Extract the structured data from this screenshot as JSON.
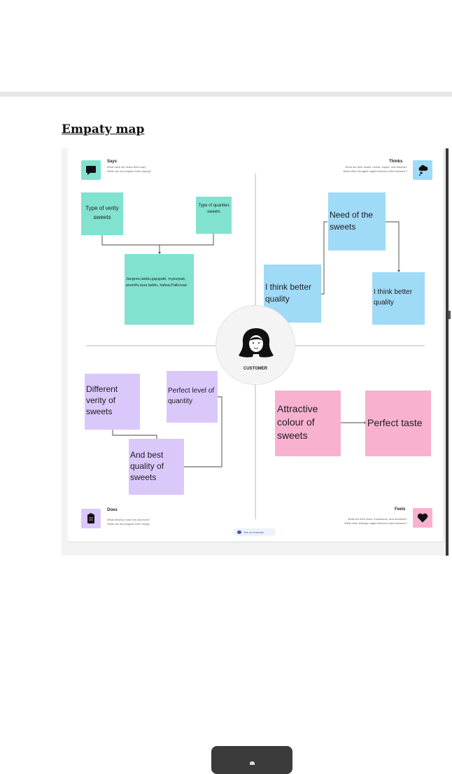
{
  "page": {
    "heading": "Empaty map"
  },
  "quadrants": {
    "says": {
      "title": "Says",
      "sub1": "What have we heard them say?",
      "sub2": "What can we imagine them saying?"
    },
    "thinks": {
      "title": "Thinks",
      "sub1": "What are their wants, needs, hopes, and dreams?",
      "sub2": "What other thoughts might influence their behavior?"
    },
    "does": {
      "title": "Does",
      "sub1": "What behavior have we observed?",
      "sub2": "What can we imagine them doing?"
    },
    "feels": {
      "title": "Feels",
      "sub1": "What are their fears, frustrations, and anxieties?",
      "sub2": "What other feelings might influence their behavior?"
    }
  },
  "center": {
    "label": "CUSTOMER"
  },
  "notes": {
    "says_1": "Type of verity sweets",
    "says_2": "Type of quanties sweets",
    "says_3": "Jangree,laddu,gajupatti, mysurpak, poonthi,rava laddu, halwa,Palkovaa",
    "thinks_1": "Need of the sweets",
    "thinks_2": "I think better quality",
    "thinks_3": "I think better quality",
    "does_1": "Different verity of sweets",
    "does_2": "Perfect level of quantity",
    "does_3": "And best quality of sweets",
    "feels_1": "Attractive colour of sweets",
    "feels_2": "Perfect taste"
  },
  "footer": {
    "example_label": "See an example"
  },
  "colors": {
    "teal": "#82e2d0",
    "blue": "#9fdaf7",
    "lilac": "#dac8fb",
    "pink": "#f9b1d0"
  },
  "icons": {
    "says": "speech-bubble-icon",
    "thinks": "thought-cloud-icon",
    "does": "clipboard-icon",
    "feels": "heart-icon",
    "center": "customer-avatar-icon"
  }
}
